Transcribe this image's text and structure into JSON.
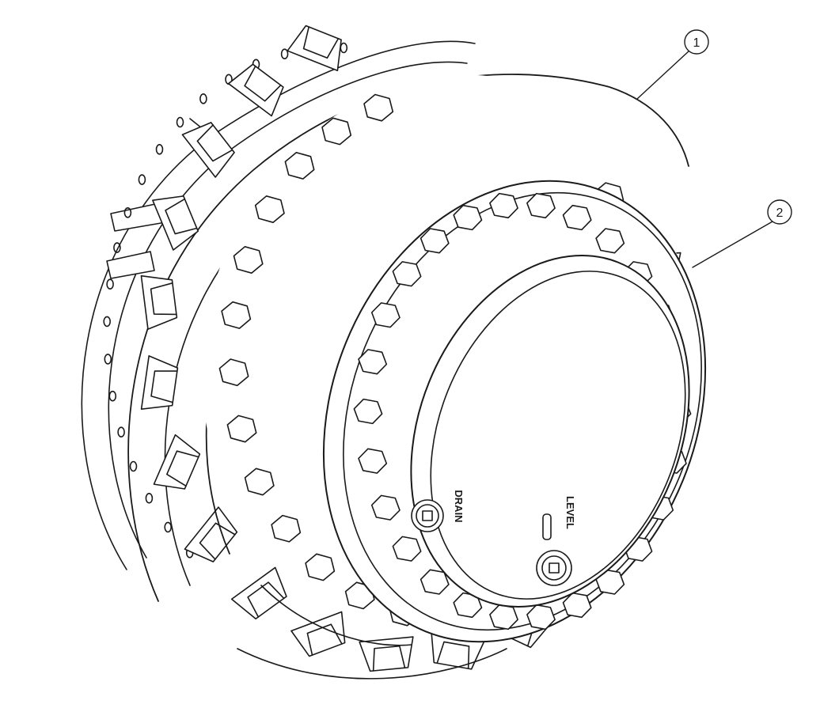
{
  "callouts": [
    {
      "label": "1"
    },
    {
      "label": "2"
    }
  ],
  "cover_markings": {
    "drain": "DRAIN",
    "level": "LEVEL"
  },
  "colors": {
    "line": "#1a1a1a",
    "fill": "#ffffff"
  }
}
